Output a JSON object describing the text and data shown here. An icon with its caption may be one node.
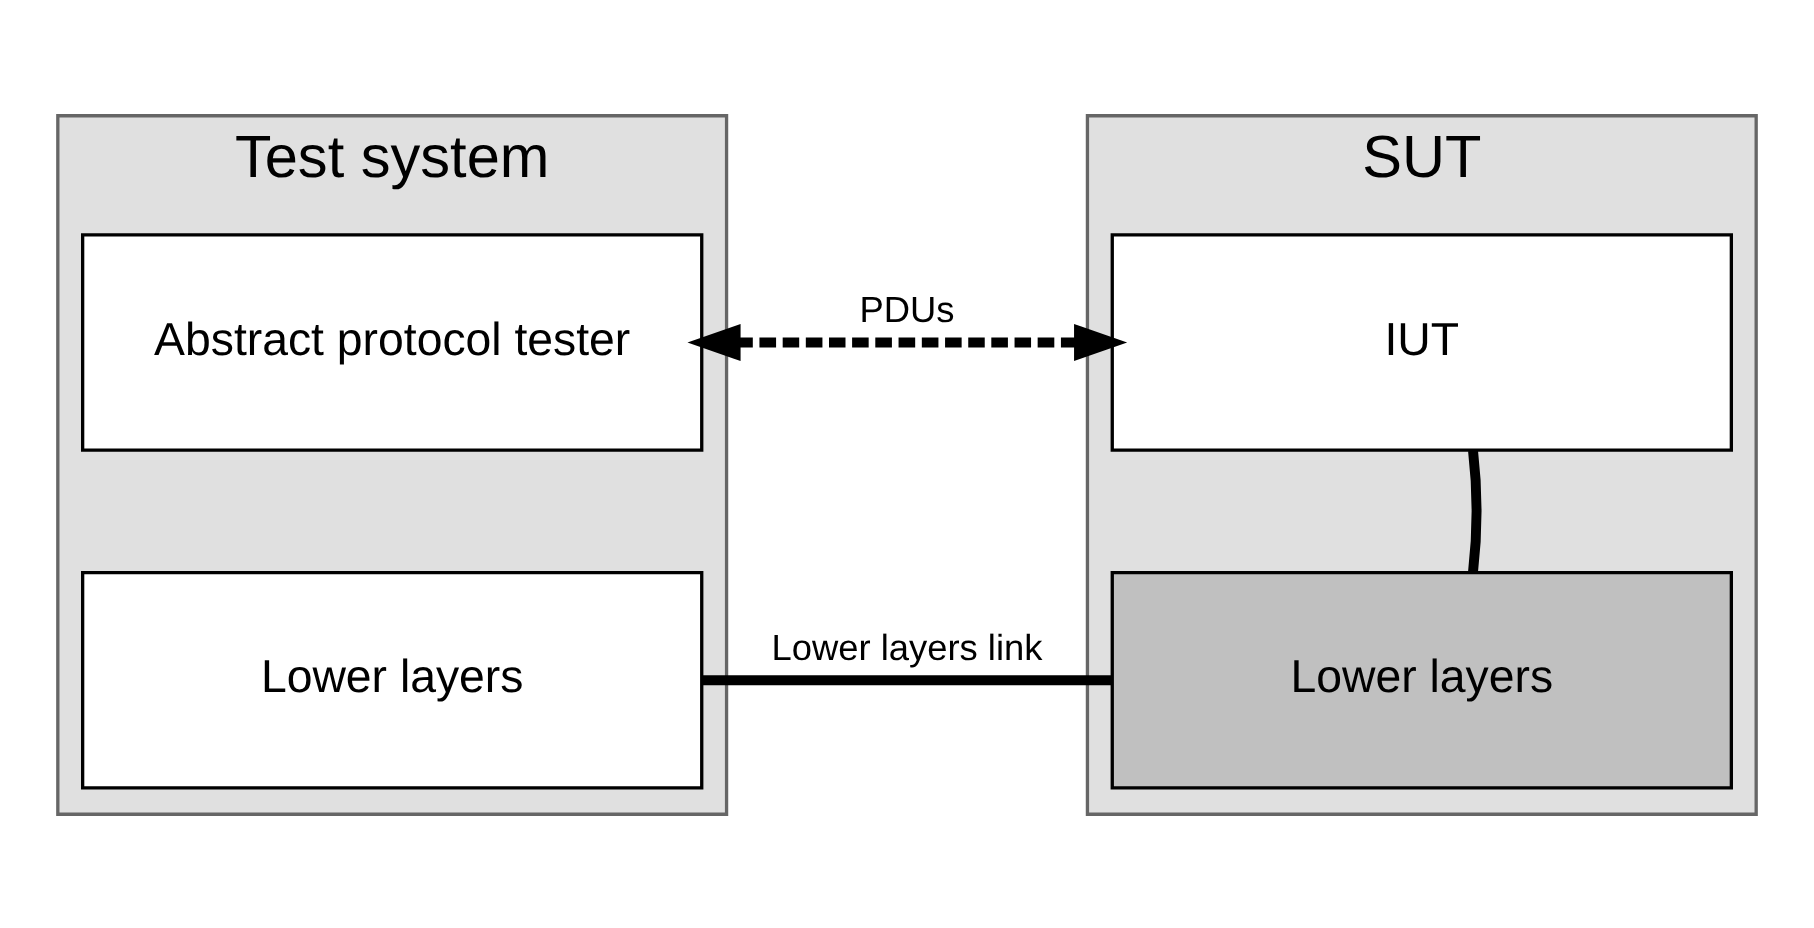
{
  "diagram": {
    "nodes": [
      {
        "text": [
          "Test system"
        ]
      },
      {
        "text": [
          "Abstract protocol tester"
        ],
        "in": 0
      },
      {
        "text": [
          "Lower layers"
        ],
        "in": 0
      },
      {
        "text": [
          "SUT"
        ]
      },
      {
        "text": [
          "IUT"
        ],
        "in": 3
      },
      {
        "text": [
          "Lower layers"
        ],
        "in": 3
      }
    ],
    "edges": [
      {
        "from": 1,
        "to": 4,
        "arrow": "both",
        "label": "PDUs",
        "style": "dashed"
      },
      {
        "from": 4,
        "to": 5,
        "arrow": "none"
      },
      {
        "from": 2,
        "to": 5,
        "arrow": "none",
        "label": "Lower layers link"
      }
    ]
  }
}
